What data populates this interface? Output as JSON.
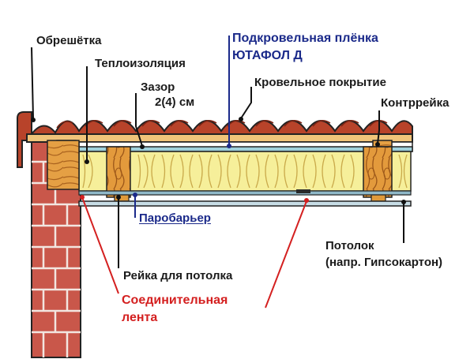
{
  "labels": {
    "obreshetka": "Обрешётка",
    "teploizolyaciya": "Теплоизоляция",
    "zazor_line1": "Зазор",
    "zazor_line2": "2(4) см",
    "podkrovelnaya_line1": "Подкровельная плёнка",
    "podkrovelnaya_line2": "ЮТАФОЛ Д",
    "krovelnoe": "Кровельное покрытие",
    "kontrreyka": "Контррейка",
    "parobarer": "Паробарьер",
    "potolok_line1": "Потолок",
    "potolok_line2": "(напр. Гипсокартон)",
    "reyka_potolka": "Рейка для потолка",
    "soedinitelnaya_line1": "Соединительная",
    "soedinitelnaya_line2": "лента"
  },
  "colors": {
    "label_text": "#1a1a1a",
    "label_blue": "#1b2a8a",
    "label_red": "#d42020",
    "roof_tile": "#b8432a",
    "wood": "#e09a3a",
    "insulation": "#f6ef9a",
    "brick": "#c8564a",
    "film": "#9fd0dc",
    "vapor_barrier": "#8fb8c8"
  }
}
